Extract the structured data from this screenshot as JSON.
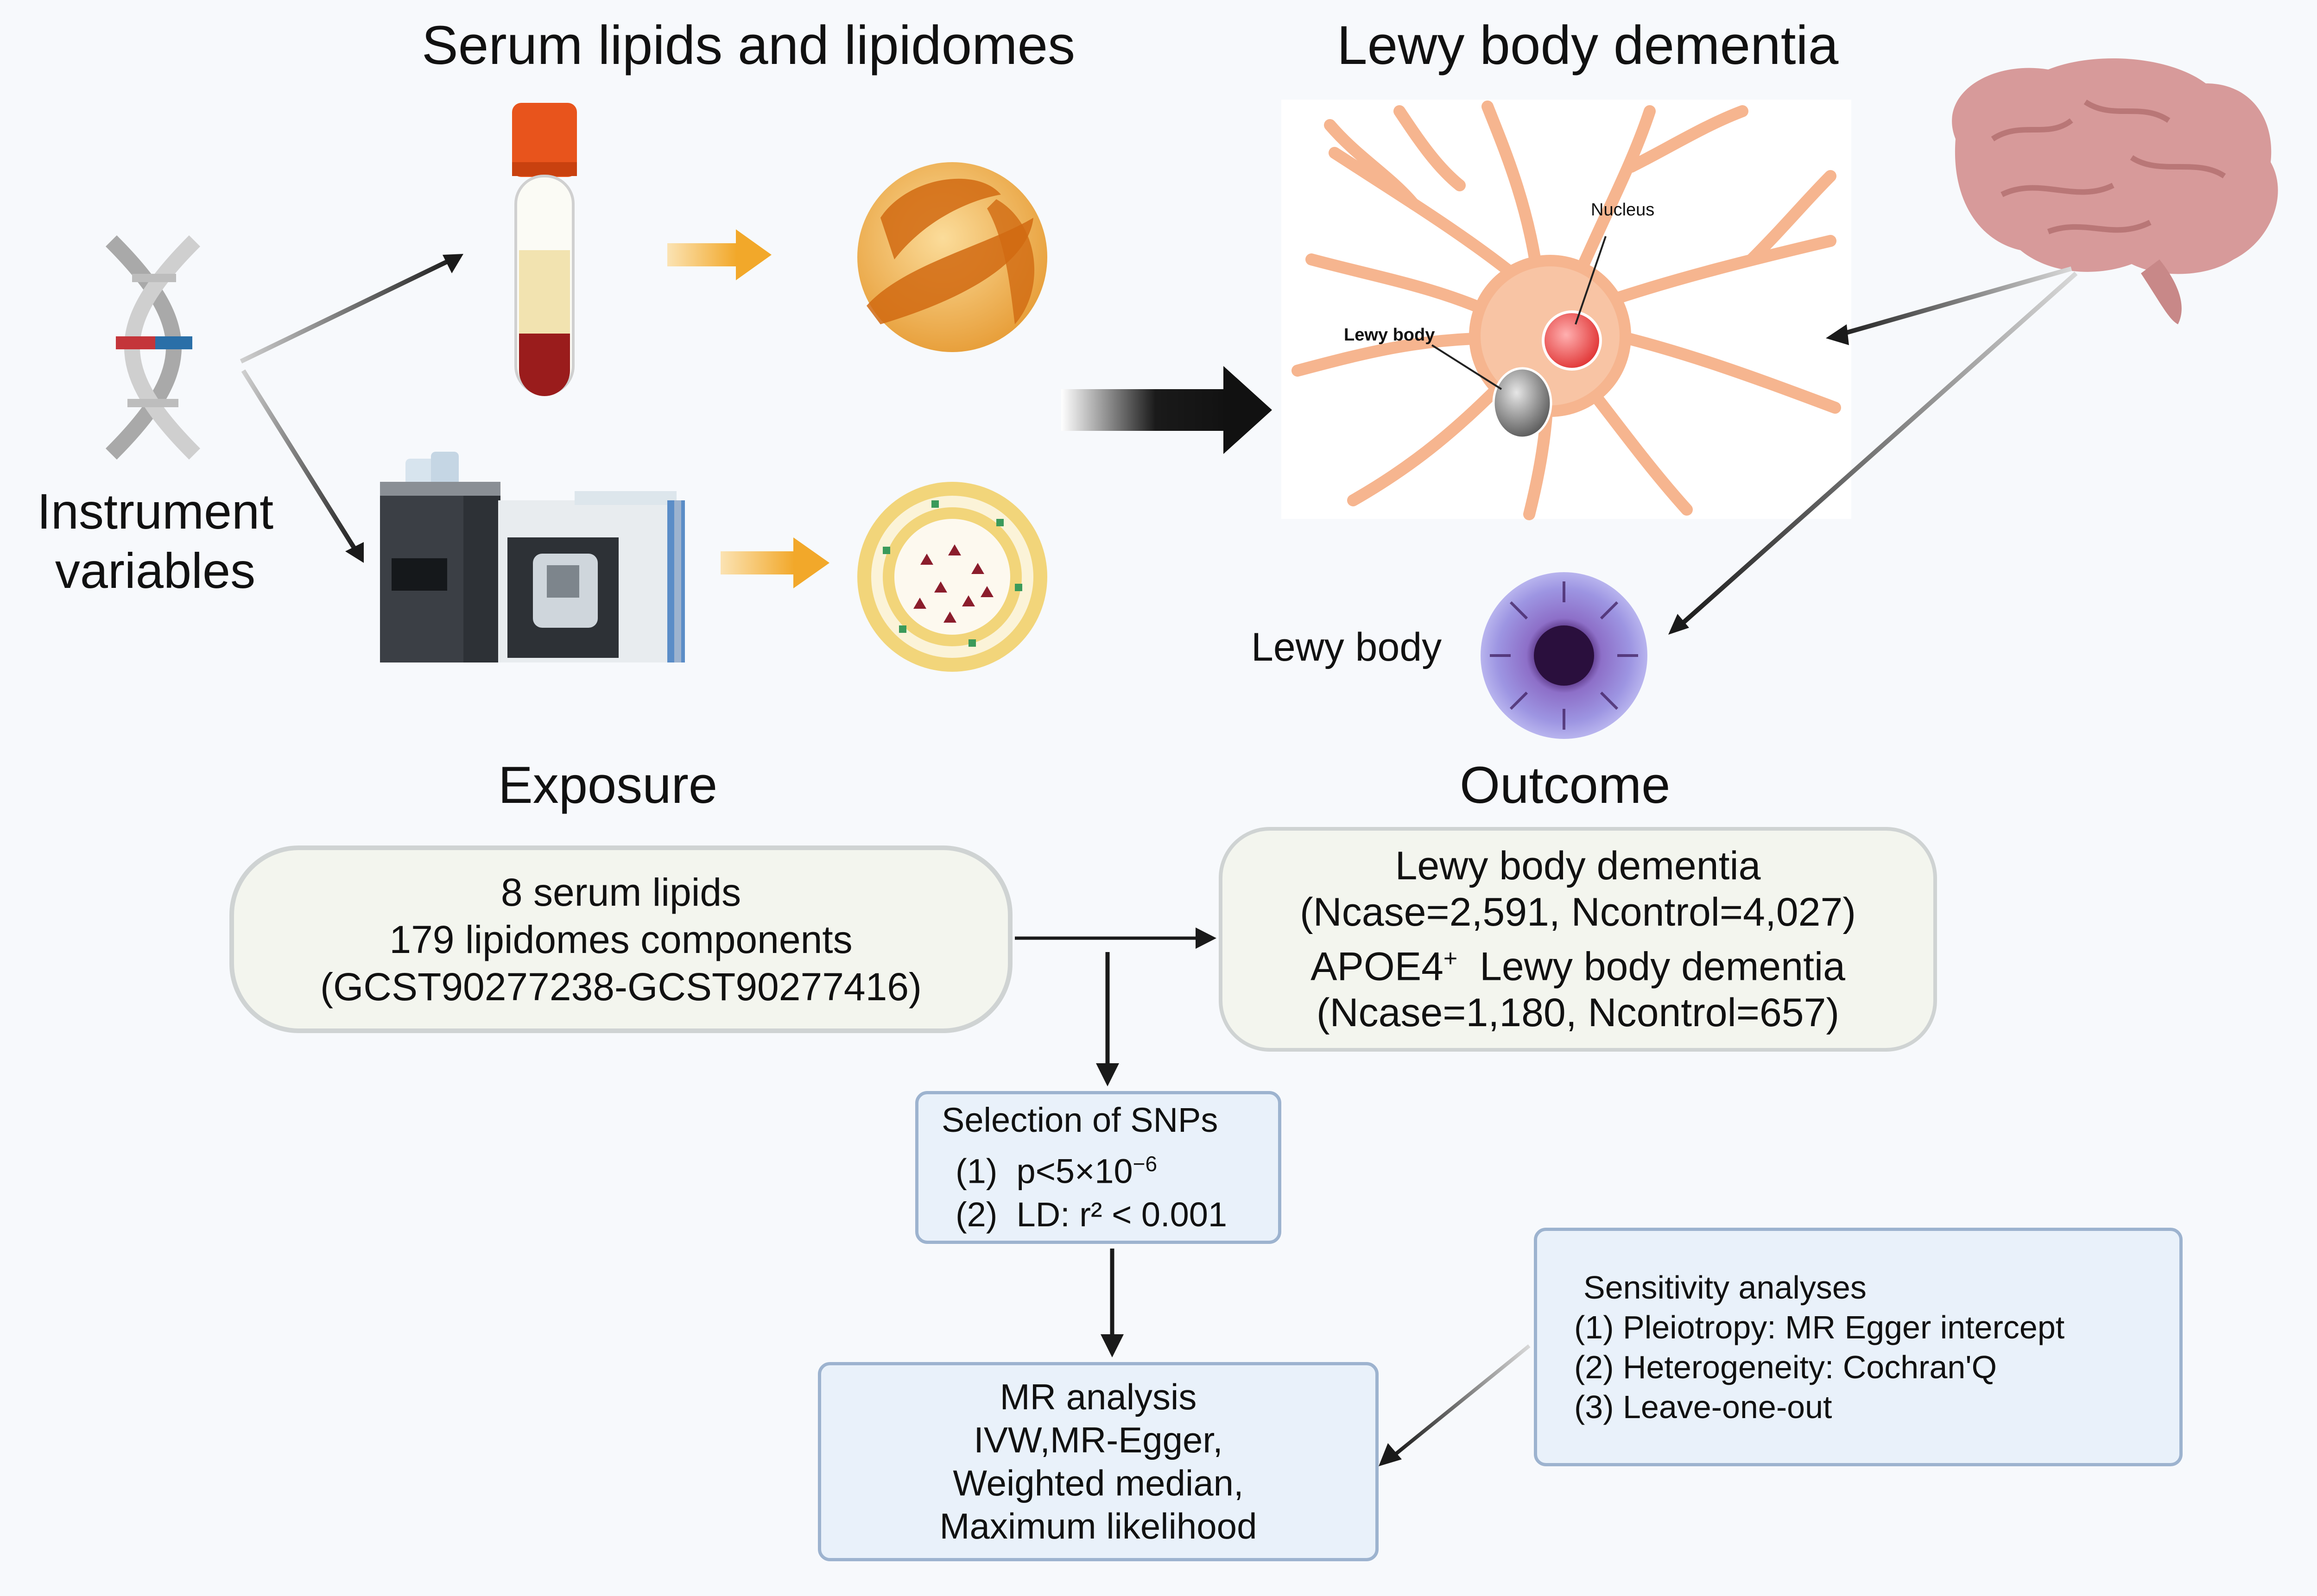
{
  "titles": {
    "serum": "Serum lipids and lipidomes",
    "lbd": "Lewy body dementia"
  },
  "dna_label": [
    "Instrument",
    "variables"
  ],
  "neuron_labels": {
    "nucleus": "Nucleus",
    "lewy_body": "Lewy body"
  },
  "lewy_body_label": "Lewy body",
  "headings": {
    "exposure": "Exposure",
    "outcome": "Outcome"
  },
  "exposure_box": {
    "lines": [
      "8 serum lipids",
      "179 lipidomes components",
      "(GCST90277238-GCST90277416)"
    ]
  },
  "outcome_box": {
    "line1": "Lewy body dementia",
    "line2": "(Ncase=2,591, Ncontrol=4,027)",
    "line3_prefix": "APOE4",
    "line3_sup": "+",
    "line3_suffix": "  Lewy body dementia",
    "line4": "(Ncase=1,180, Ncontrol=657)"
  },
  "snp_box": {
    "title": "Selection of SNPs",
    "crit1": "(1)  p<5×10",
    "crit1_exp": "−6",
    "crit2": "(2)  LD: r² < 0.001"
  },
  "mr_box": {
    "lines": [
      "MR analysis",
      "IVW,MR-Egger,",
      "Weighted median,",
      "Maximum likelihood"
    ]
  },
  "sensitivity_box": {
    "title": "Sensitivity analyses",
    "items": [
      "(1) Pleiotropy: MR Egger intercept",
      "(2) Heterogeneity: Cochran'Q",
      "(3) Leave-one-out"
    ]
  },
  "colors": {
    "neuron": "#f6b58f",
    "tube_cap": "#e8541c",
    "serum": "#f2e3b0",
    "blood": "#9a1c1c",
    "arrow_orange": "#f2b33a",
    "brain": "#d79a9a",
    "lewy_purple": "#5a3a8e"
  }
}
